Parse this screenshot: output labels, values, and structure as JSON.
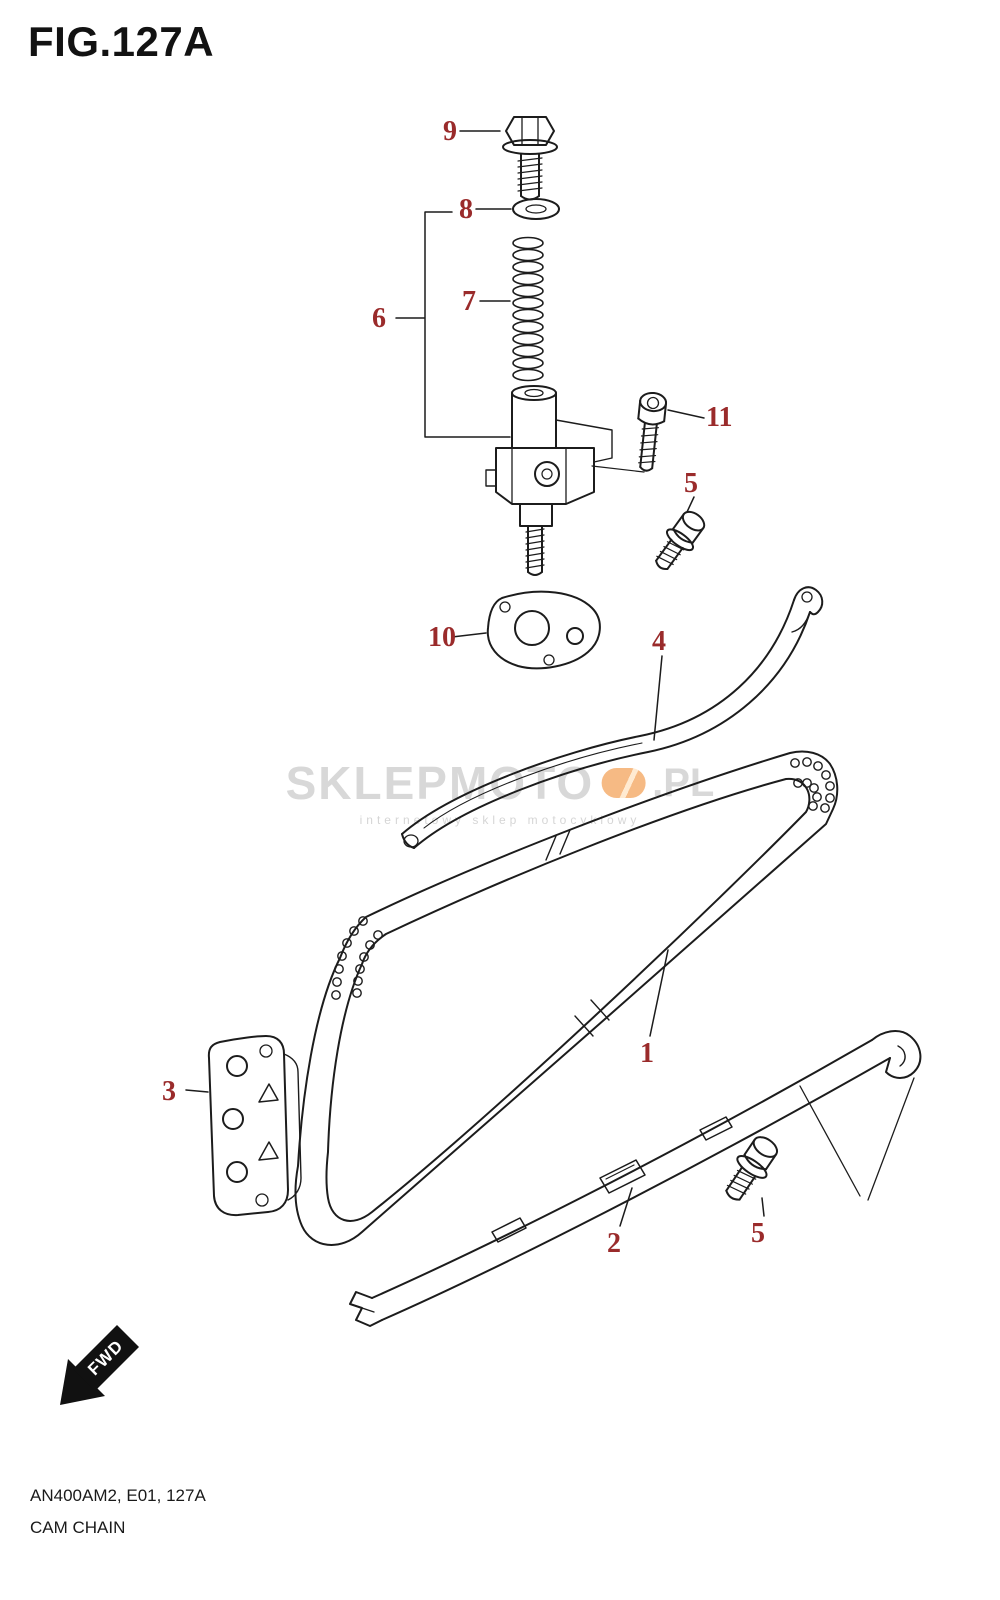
{
  "page": {
    "title": "FIG.127A",
    "footer_line1": "AN400AM2, E01, 127A",
    "footer_line2": "CAM CHAIN",
    "fwd_label": "FWD"
  },
  "watermark": {
    "brand": "SKLEPMOTO",
    "suffix": ".PL",
    "tagline": "internetowy sklep motocyklowy"
  },
  "callouts": {
    "1": "1",
    "2": "2",
    "3": "3",
    "4": "4",
    "5": "5",
    "6": "6",
    "7": "7",
    "8": "8",
    "9": "9",
    "10": "10",
    "11": "11"
  },
  "colors": {
    "line": "#1c1c1c",
    "callout": "#9a2b2b",
    "watermark_grey": "#b9b9b9",
    "watermark_orange": "#f08221"
  }
}
